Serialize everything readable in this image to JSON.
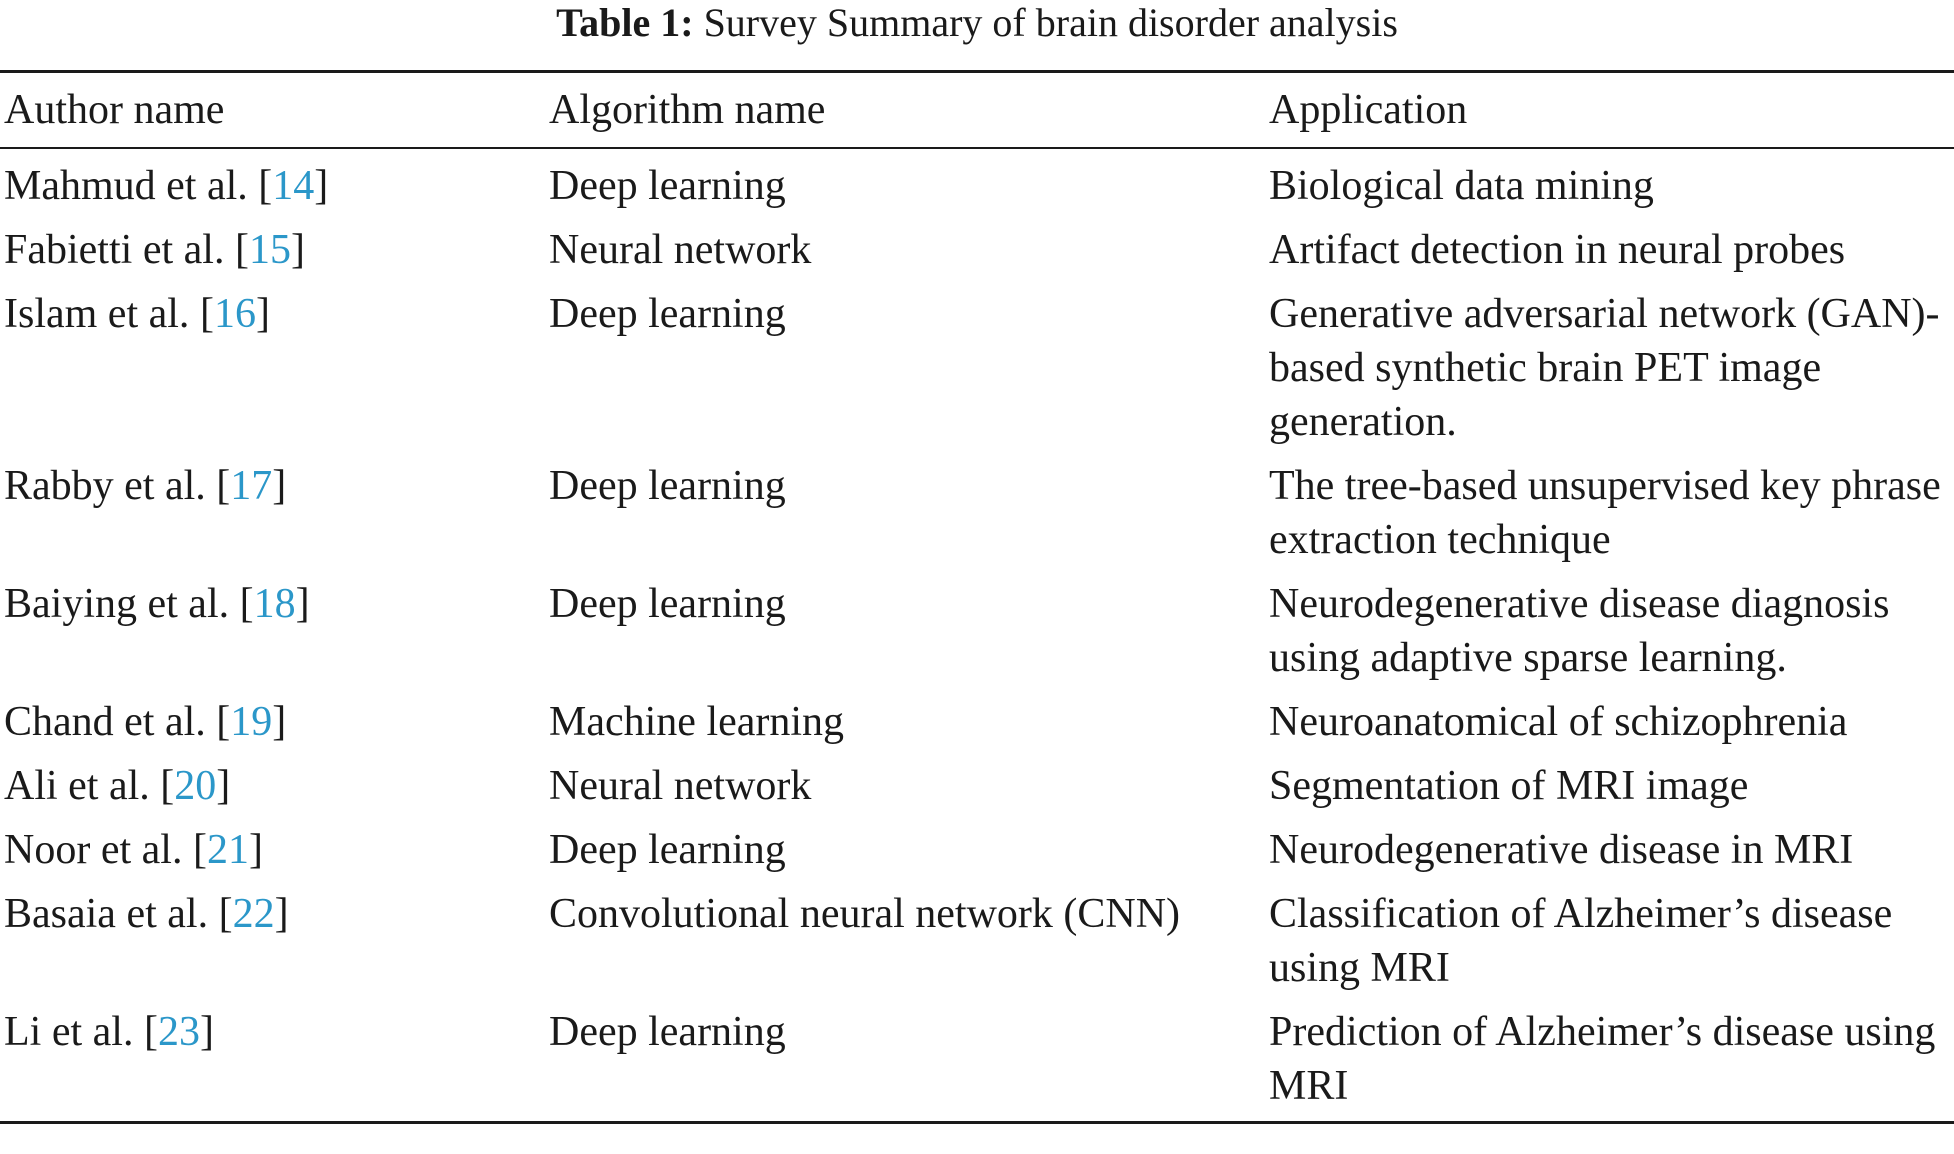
{
  "caption": {
    "label": "Table 1:",
    "text": "Survey Summary of brain disorder analysis"
  },
  "headers": {
    "author": "Author name",
    "algorithm": "Algorithm name",
    "application": "Application"
  },
  "rows": [
    {
      "author": "Mahmud et al.",
      "ref": "14",
      "algorithm": "Deep learning",
      "application": "Biological data mining"
    },
    {
      "author": "Fabietti et al.",
      "ref": "15",
      "algorithm": "Neural network",
      "application": "Artifact detection in neural probes"
    },
    {
      "author": "Islam et al.",
      "ref": "16",
      "algorithm": "Deep learning",
      "application": "Generative adversarial network (GAN)-based synthetic brain PET image generation."
    },
    {
      "author": "Rabby et al.",
      "ref": "17",
      "algorithm": "Deep learning",
      "application": "The tree-based unsupervised key phrase extraction technique"
    },
    {
      "author": "Baiying et al.",
      "ref": "18",
      "algorithm": "Deep learning",
      "application": "Neurodegenerative disease diagnosis using adaptive sparse learning."
    },
    {
      "author": "Chand et al.",
      "ref": "19",
      "algorithm": "Machine learning",
      "application": "Neuroanatomical of schizophrenia"
    },
    {
      "author": "Ali et al.",
      "ref": "20",
      "algorithm": "Neural network",
      "application": "Segmentation of MRI image"
    },
    {
      "author": "Noor et al.",
      "ref": "21",
      "algorithm": "Deep learning",
      "application": "Neurodegenerative disease in MRI"
    },
    {
      "author": "Basaia et al.",
      "ref": "22",
      "algorithm": "Convolutional neural network (CNN)",
      "application": "Classification of Alzheimer’s disease using MRI"
    },
    {
      "author": "Li et al.",
      "ref": "23",
      "algorithm": "Deep learning",
      "application": "Prediction of Alzheimer’s disease using MRI"
    }
  ],
  "colors": {
    "reference_link": "#2b97c9",
    "text": "#1a1a1a"
  }
}
